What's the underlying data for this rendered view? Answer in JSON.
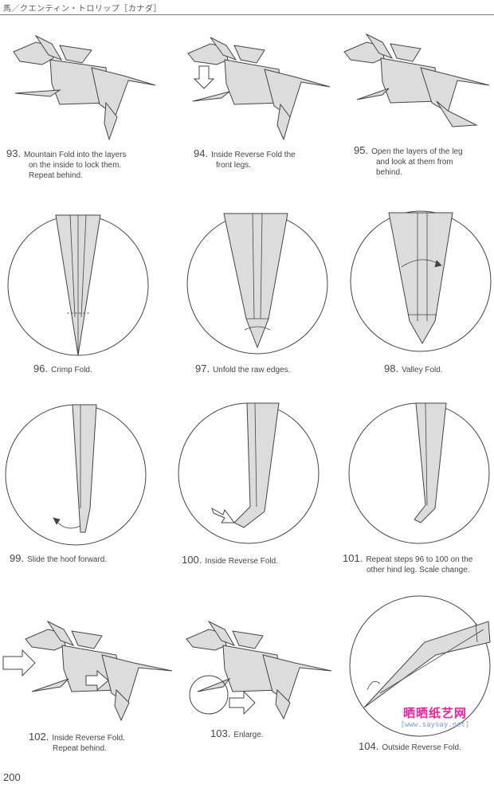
{
  "header": {
    "text": "馬／クエンティン・トロリップ［カナダ］"
  },
  "steps": [
    {
      "num": "93.",
      "lines": [
        "Mountain Fold into the layers",
        "on the inside to lock them.",
        "Repeat behind."
      ]
    },
    {
      "num": "94.",
      "lines": [
        "Inside Reverse Fold the",
        "front legs."
      ]
    },
    {
      "num": "95.",
      "lines": [
        "Open the layers of the leg",
        "and look at them from",
        "behind."
      ]
    },
    {
      "num": "96.",
      "lines": [
        "Crimp Fold."
      ]
    },
    {
      "num": "97.",
      "lines": [
        "Unfold the raw edges."
      ]
    },
    {
      "num": "98.",
      "lines": [
        "Valley Fold."
      ]
    },
    {
      "num": "99.",
      "lines": [
        "Slide the hoof forward."
      ]
    },
    {
      "num": "100.",
      "lines": [
        "Inside Reverse Fold."
      ]
    },
    {
      "num": "101.",
      "lines": [
        "Repeat steps 96 to 100 on the",
        "other hind leg.  Scale change."
      ]
    },
    {
      "num": "102.",
      "lines": [
        "Inside Reverse Fold.",
        "Repeat behind."
      ]
    },
    {
      "num": "103.",
      "lines": [
        "Enlarge."
      ]
    },
    {
      "num": "104.",
      "lines": [
        "Outside Reverse Fold."
      ]
    }
  ],
  "page_number": "200",
  "watermark": {
    "logo": "晒晒纸艺网",
    "url": "[www.saysay.net]"
  },
  "colors": {
    "paper_fill": "#dcdcdc",
    "line": "#444444",
    "watermark_pink": "#e3269a"
  }
}
